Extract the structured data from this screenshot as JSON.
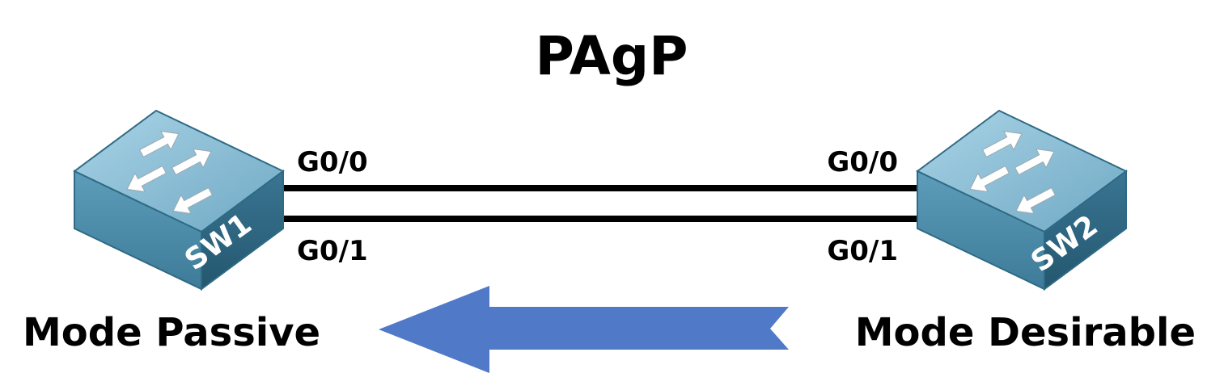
{
  "title": "PAgP",
  "switches": [
    {
      "label": "SW1",
      "ports": [
        "G0/0",
        "G0/1"
      ],
      "mode": "Mode Passive"
    },
    {
      "label": "SW2",
      "ports": [
        "G0/0",
        "G0/1"
      ],
      "mode": "Mode Desirable"
    }
  ],
  "colors": {
    "switch_top": "#7fb5cf",
    "switch_front": "#4a8cab",
    "switch_side": "#2f6883",
    "arrow": "#5079c8",
    "link": "#000000"
  },
  "arrow": {
    "direction": "from SW2 to SW1"
  }
}
